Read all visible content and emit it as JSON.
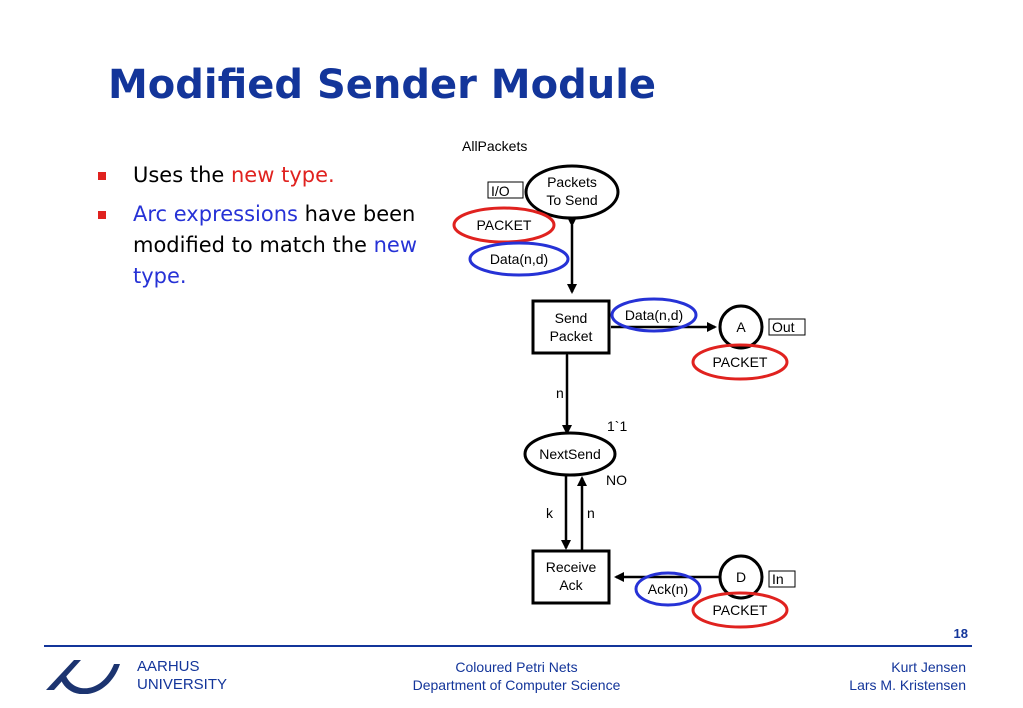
{
  "slide": {
    "title": "Modified Sender Module",
    "page_number": "18"
  },
  "bullets": [
    {
      "parts": [
        "Uses the ",
        "new type."
      ]
    },
    {
      "parts": [
        "Arc expressions",
        " have been modified to match the ",
        "new type."
      ]
    }
  ],
  "diagram": {
    "places": {
      "packets_to_send": {
        "line1": "Packets",
        "line2": "To Send"
      },
      "a": {
        "label": "A"
      },
      "next_send": {
        "label": "NextSend"
      },
      "d": {
        "label": "D"
      }
    },
    "transitions": {
      "send_packet": {
        "line1": "Send",
        "line2": "Packet"
      },
      "receive_ack": {
        "line1": "Receive",
        "line2": "Ack"
      }
    },
    "initial_marking_label": "AllPackets",
    "next_send_marking": "1`1",
    "port_tags": {
      "io": "I/O",
      "out": "Out",
      "in": "In"
    },
    "types": {
      "packet_top": "PACKET",
      "packet_a": "PACKET",
      "packet_d": "PACKET",
      "no": "NO"
    },
    "arc_expressions": {
      "data_top": "Data(n,d)",
      "data_a": "Data(n,d)",
      "n_send": "n",
      "k": "k",
      "n_recv": "n",
      "ack": "Ack(n)"
    }
  },
  "footer": {
    "university_line1": "AARHUS",
    "university_line2": "UNIVERSITY",
    "center_line1": "Coloured Petri Nets",
    "center_line2": "Department of Computer Science",
    "right_line1": "Kurt Jensen",
    "right_line2": "Lars M. Kristensen"
  },
  "colors": {
    "title": "#13359a",
    "highlight_red": "#e0221f",
    "highlight_blue": "#2632d6"
  }
}
